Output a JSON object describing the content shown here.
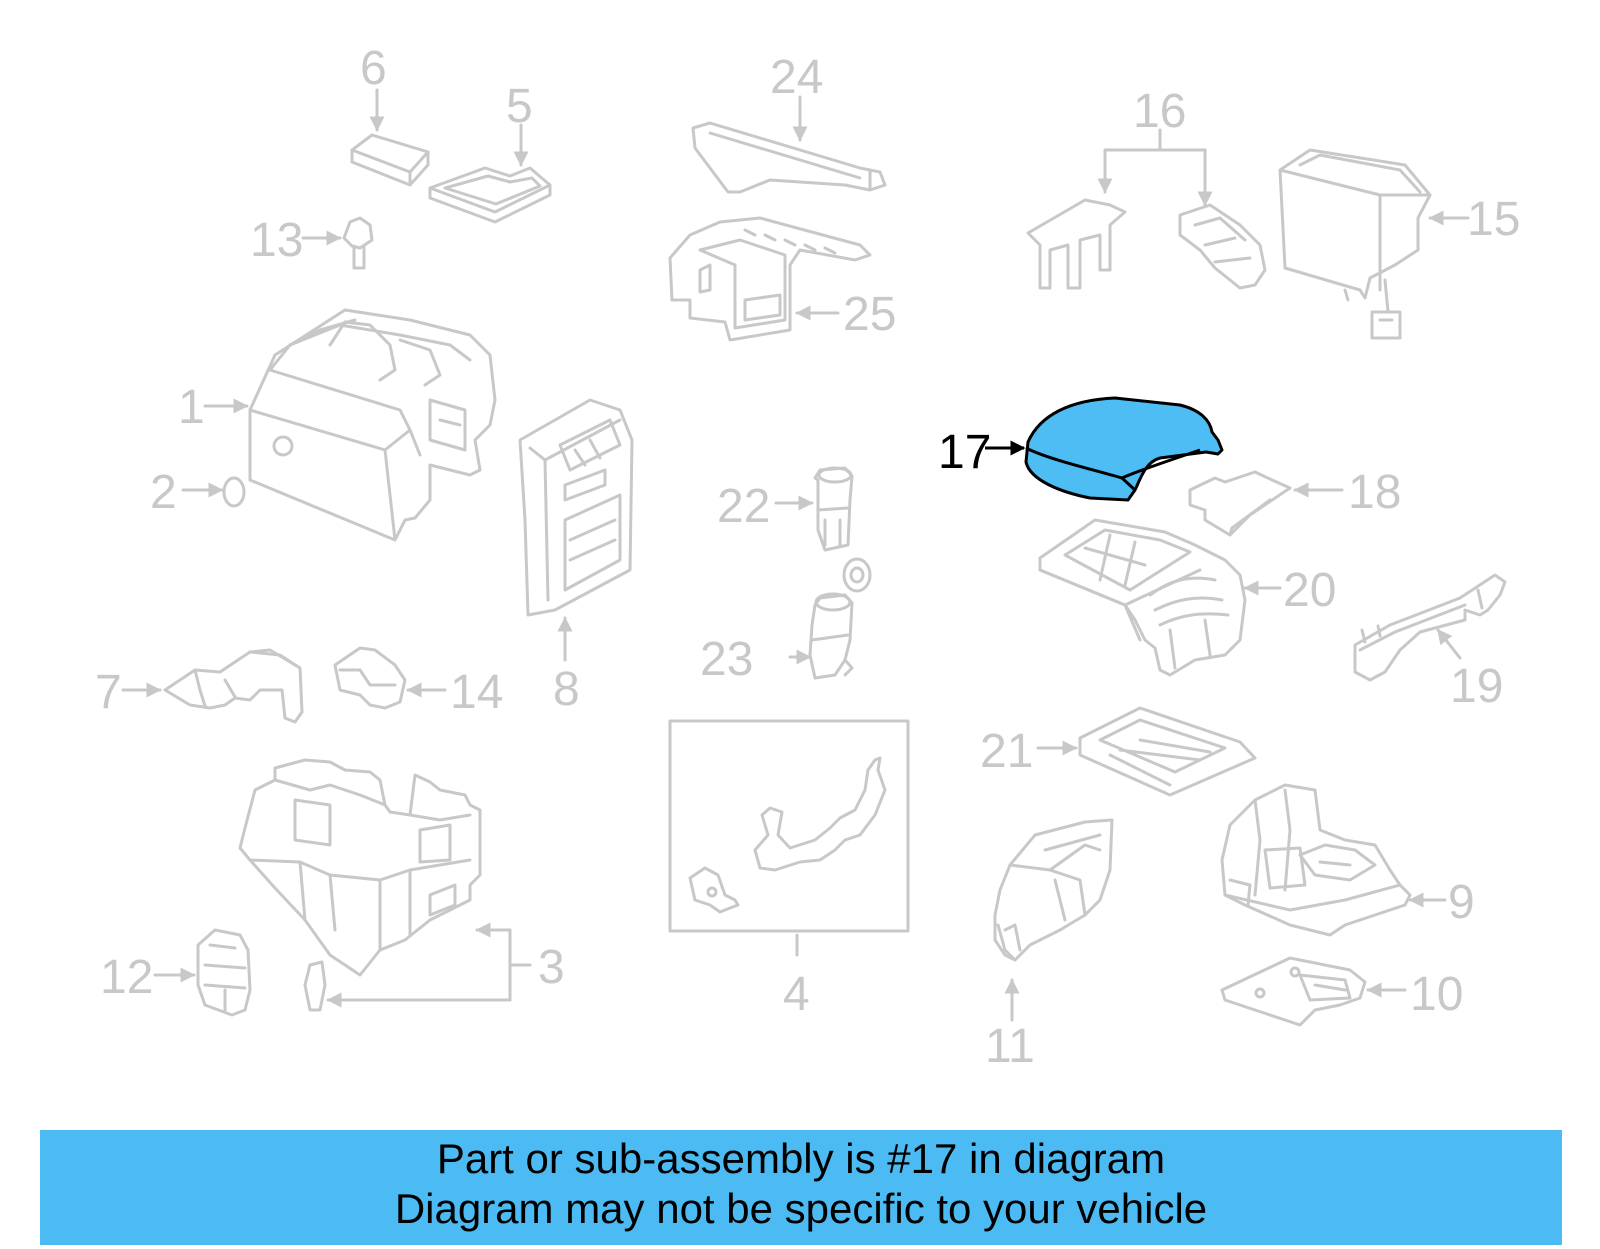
{
  "highlight_color": "#4ebdf4",
  "callout_labels": {
    "c1": "1",
    "c2": "2",
    "c3": "3",
    "c4": "4",
    "c5": "5",
    "c6": "6",
    "c7": "7",
    "c8": "8",
    "c9": "9",
    "c10": "10",
    "c11": "11",
    "c12": "12",
    "c13": "13",
    "c14": "14",
    "c15": "15",
    "c16": "16",
    "c17": "17",
    "c18": "18",
    "c19": "19",
    "c20": "20",
    "c21": "21",
    "c22": "22",
    "c23": "23",
    "c24": "24",
    "c25": "25"
  },
  "banner": {
    "line1": "Part or sub-assembly is #17 in diagram",
    "line2": "Diagram may not be specific to your vehicle"
  }
}
